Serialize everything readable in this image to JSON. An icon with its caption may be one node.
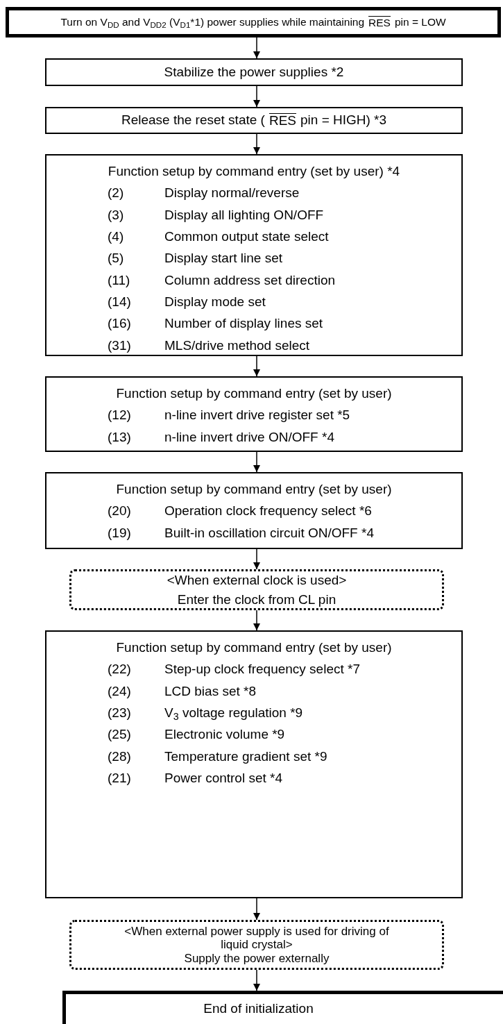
{
  "diagram": {
    "nodes": [
      {
        "text": [
          "Turn on V$_{DD}$ and V$_{DD2}$ (V$_{D1}$*1) power supplies while maintaining",
          "RES",
          "pin = LOW"
        ]
      },
      {
        "text": [
          "Stabilize the power supplies    *2"
        ]
      },
      {
        "text": [
          "Release the reset state (",
          "RES",
          "pin = HIGH)    *3"
        ]
      },
      {
        "text": [
          "Function setup by command entry (set by user) *4",
          "(2)",
          "Display normal/reverse",
          "(3)",
          "Display all lighting ON/OFF",
          "(4)",
          "Common output state select",
          "(5)",
          "Display start line set",
          "(11)",
          "Column address set direction",
          "(14)",
          "Display mode set",
          "(16)",
          "Number of display lines set",
          "(31)",
          "MLS/drive method select"
        ]
      },
      {
        "text": [
          "Function setup by command entry (set by user)",
          "(12)",
          "n-line invert drive register set *5",
          "(13)",
          "n-line invert drive ON/OFF    *4"
        ]
      },
      {
        "text": [
          "Function setup by command entry (set by user)",
          "(20)",
          "Operation clock frequency select *6",
          "(19)",
          "Built-in oscillation circuit ON/OFF    *4"
        ]
      },
      {
        "text": [
          "<When external clock is used>",
          "Enter the clock from CL pin"
        ]
      },
      {
        "text": [
          "Function setup by command entry (set by user)",
          "(22)",
          "Step-up clock frequency select *7",
          "(24)",
          "LCD bias set *8",
          "(23)",
          "V$_{3}$ voltage regulation *9",
          "(25)",
          "Electronic volume *9",
          "(28)",
          "Temperature gradient set    *9",
          "(21)",
          "Power control set    *4"
        ]
      },
      {
        "text": [
          "<When external power supply is used for driving of liquid crystal>",
          "Supply the power externally"
        ]
      },
      {
        "text": [
          "End of initialization"
        ]
      }
    ],
    "edges": [
      {
        "from": 0,
        "to": 1,
        "arrow": "to"
      },
      {
        "from": 1,
        "to": 2,
        "arrow": "to"
      },
      {
        "from": 2,
        "to": 3,
        "arrow": "to"
      },
      {
        "from": 3,
        "to": 4,
        "arrow": "to"
      },
      {
        "from": 4,
        "to": 5,
        "arrow": "to"
      },
      {
        "from": 5,
        "to": 6,
        "arrow": "to"
      },
      {
        "from": 6,
        "to": 7,
        "arrow": "to"
      },
      {
        "from": 7,
        "to": 8,
        "arrow": "to"
      },
      {
        "from": 8,
        "to": 9,
        "arrow": "to"
      }
    ]
  }
}
